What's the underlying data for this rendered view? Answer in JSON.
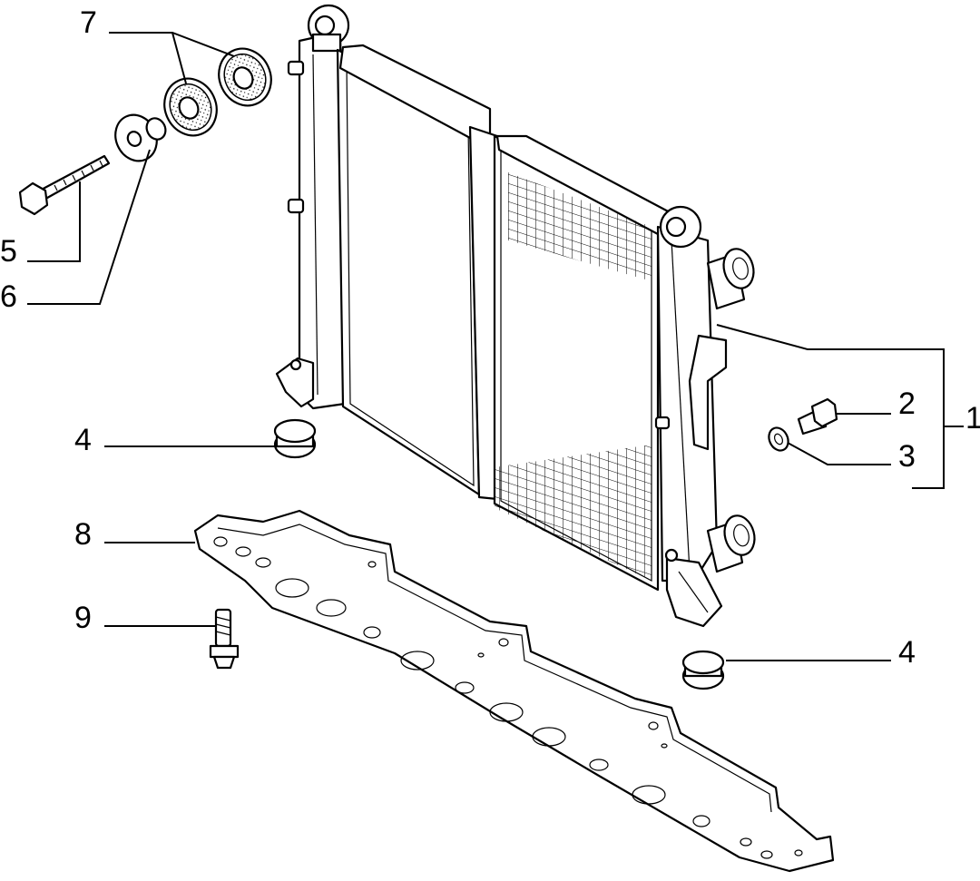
{
  "callouts": [
    {
      "id": "c1",
      "label": "1"
    },
    {
      "id": "c2",
      "label": "2"
    },
    {
      "id": "c3",
      "label": "3"
    },
    {
      "id": "c4a",
      "label": "4"
    },
    {
      "id": "c4b",
      "label": "4"
    },
    {
      "id": "c5",
      "label": "5"
    },
    {
      "id": "c6",
      "label": "6"
    },
    {
      "id": "c7",
      "label": "7"
    },
    {
      "id": "c8",
      "label": "8"
    },
    {
      "id": "c9",
      "label": "9"
    }
  ]
}
